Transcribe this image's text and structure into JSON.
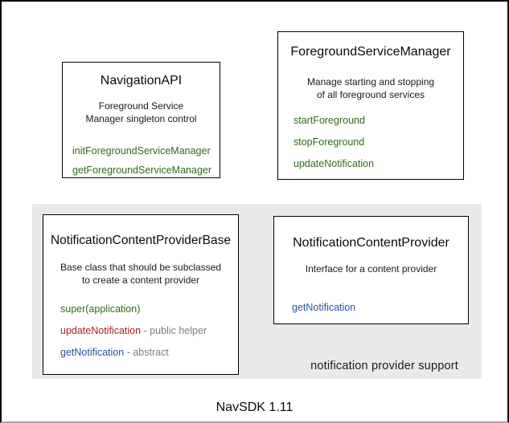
{
  "colors": {
    "method_green": "#2f6b17",
    "method_red": "#b02025",
    "method_blue": "#27519e",
    "annotation_gray": "#7f7f7f",
    "group_background": "#e9e9e9"
  },
  "boxes": {
    "navigation_api": {
      "title": "NavigationAPI",
      "description_lines": [
        "Foreground Service",
        "Manager singleton control"
      ],
      "methods": [
        {
          "name": "initForegroundServiceManager"
        },
        {
          "name": "getForegroundServiceManager"
        }
      ]
    },
    "foreground_service_manager": {
      "title": "ForegroundServiceManager",
      "description_lines": [
        "Manage starting and stopping",
        "of all foreground services"
      ],
      "methods": [
        {
          "name": "startForeground"
        },
        {
          "name": "stopForeground"
        },
        {
          "name": "updateNotification"
        }
      ]
    },
    "notification_content_provider_base": {
      "title": "NotificationContentProviderBase",
      "description_lines": [
        "Base class that should be subclassed",
        "to create a content provider"
      ],
      "methods": [
        {
          "name": "super(application)"
        },
        {
          "name": "updateNotification",
          "suffix": " - public helper"
        },
        {
          "name": "getNotification",
          "suffix": " - abstract"
        }
      ]
    },
    "notification_content_provider": {
      "title": "NotificationContentProvider",
      "description_lines": [
        "Interface for a content provider"
      ],
      "methods": [
        {
          "name": "getNotification"
        }
      ]
    }
  },
  "group_label": "notification provider support",
  "caption": "NavSDK 1.11"
}
